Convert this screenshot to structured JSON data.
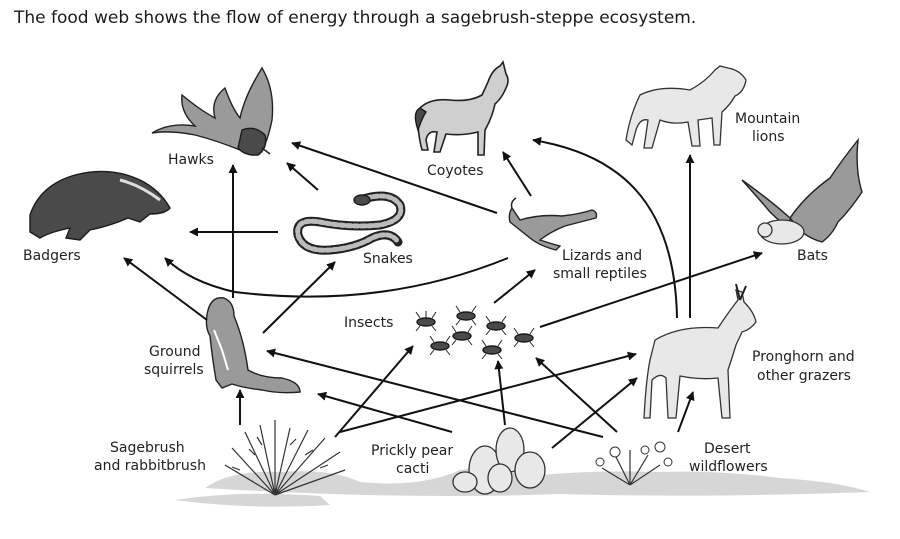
{
  "title": "The food web shows the flow of energy through a sagebrush-steppe ecosystem.",
  "organisms": {
    "hawks": "Hawks",
    "coyotes": "Coyotes",
    "mountain_lions": [
      "Mountain",
      "lions"
    ],
    "bats": "Bats",
    "badgers": "Badgers",
    "snakes": "Snakes",
    "lizards": [
      "Lizards and",
      "small reptiles"
    ],
    "insects": "Insects",
    "ground_squirrels": [
      "Ground",
      "squirrels"
    ],
    "pronghorn": [
      "Pronghorn and",
      "other grazers"
    ],
    "sagebrush": [
      "Sagebrush",
      "and rabbitbrush"
    ],
    "prickly_pear": [
      "Prickly pear",
      "cacti"
    ],
    "wildflowers": [
      "Desert",
      "wildflowers"
    ]
  },
  "colors": {
    "arrow": "#111111",
    "fill_light": "#cfcfcf",
    "fill_dark": "#4a4a4a"
  }
}
